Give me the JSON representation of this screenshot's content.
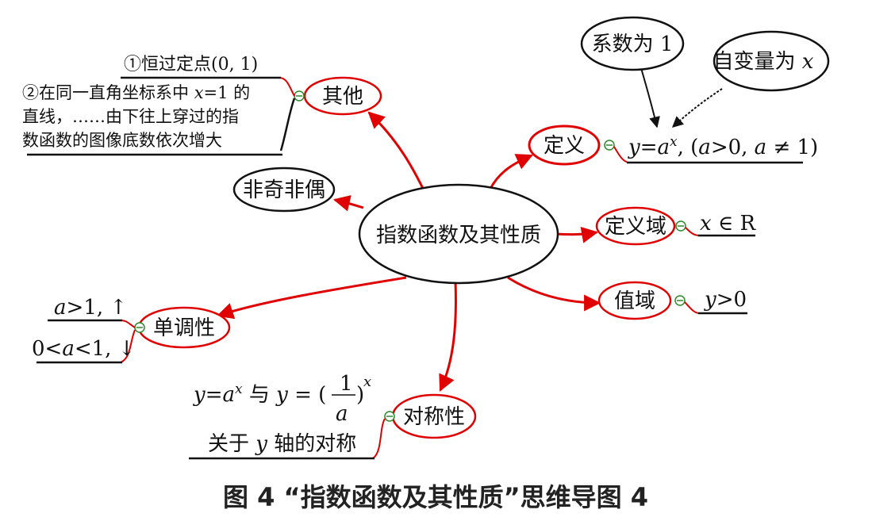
{
  "diagram": {
    "center": "指数函数及其性质",
    "caption": "图 4 “指数函数及其性质”思维导图 4",
    "nodes": {
      "qita": "其他",
      "feiqi": "非奇非偶",
      "dingyi": "定义",
      "dingyiyu": "定义域",
      "zhiyu": "值域",
      "dandiao": "单调性",
      "duicheng": "对称性",
      "xishu": "系数为 1",
      "zibianliang": "自变量为"
    },
    "leaves": {
      "fixed_point": "①恒过定点(0, 1)",
      "note_line1": "②在同一直角坐标系中",
      "note_line1_b": "的",
      "note_line2": "直线，……由下往上穿过的指",
      "note_line3": "数函数的图像底数依次增大",
      "domain_value": "∈ R",
      "mono_inc": "1, ↑",
      "mono_dec": "1, ↓",
      "sym_with": "与",
      "sym_line2": "关于",
      "sym_line2_b": "轴的对称"
    }
  }
}
